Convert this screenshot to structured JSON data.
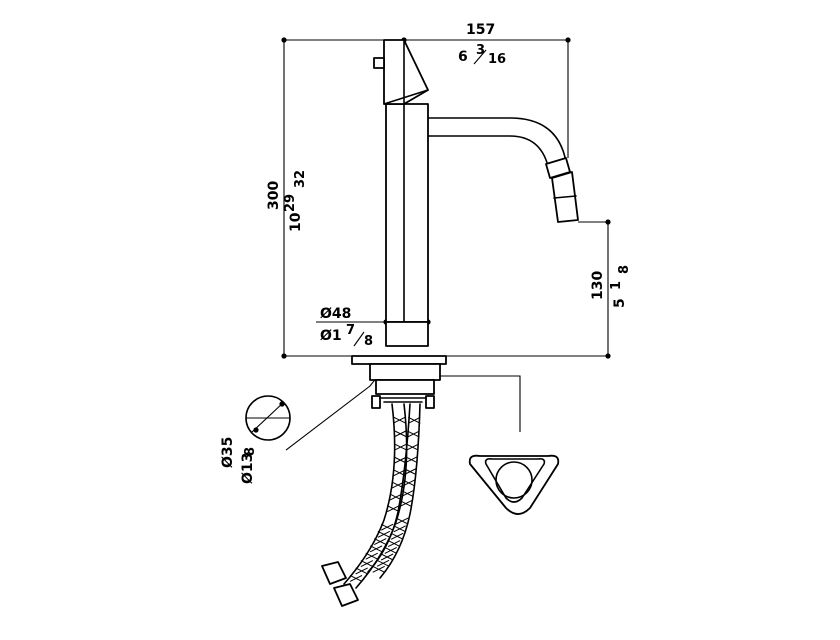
{
  "dimensions": {
    "width_mm": "157",
    "width_in_whole": "6",
    "width_in_num": "3",
    "width_in_den": "16",
    "height_mm": "300",
    "height_in_whole": "10",
    "height_in_num": "29",
    "height_in_den": "32",
    "spout_height_mm": "130",
    "spout_height_in_whole": "5",
    "spout_height_in_num": "1",
    "spout_height_in_den": "8",
    "base_dia_mm": "Ø48",
    "base_dia_in_whole": "Ø1",
    "base_dia_in_num": "7",
    "base_dia_in_den": "8",
    "hole_dia_mm": "Ø35",
    "hole_dia_in_whole": "Ø13",
    "hole_dia_in_den": "8"
  }
}
